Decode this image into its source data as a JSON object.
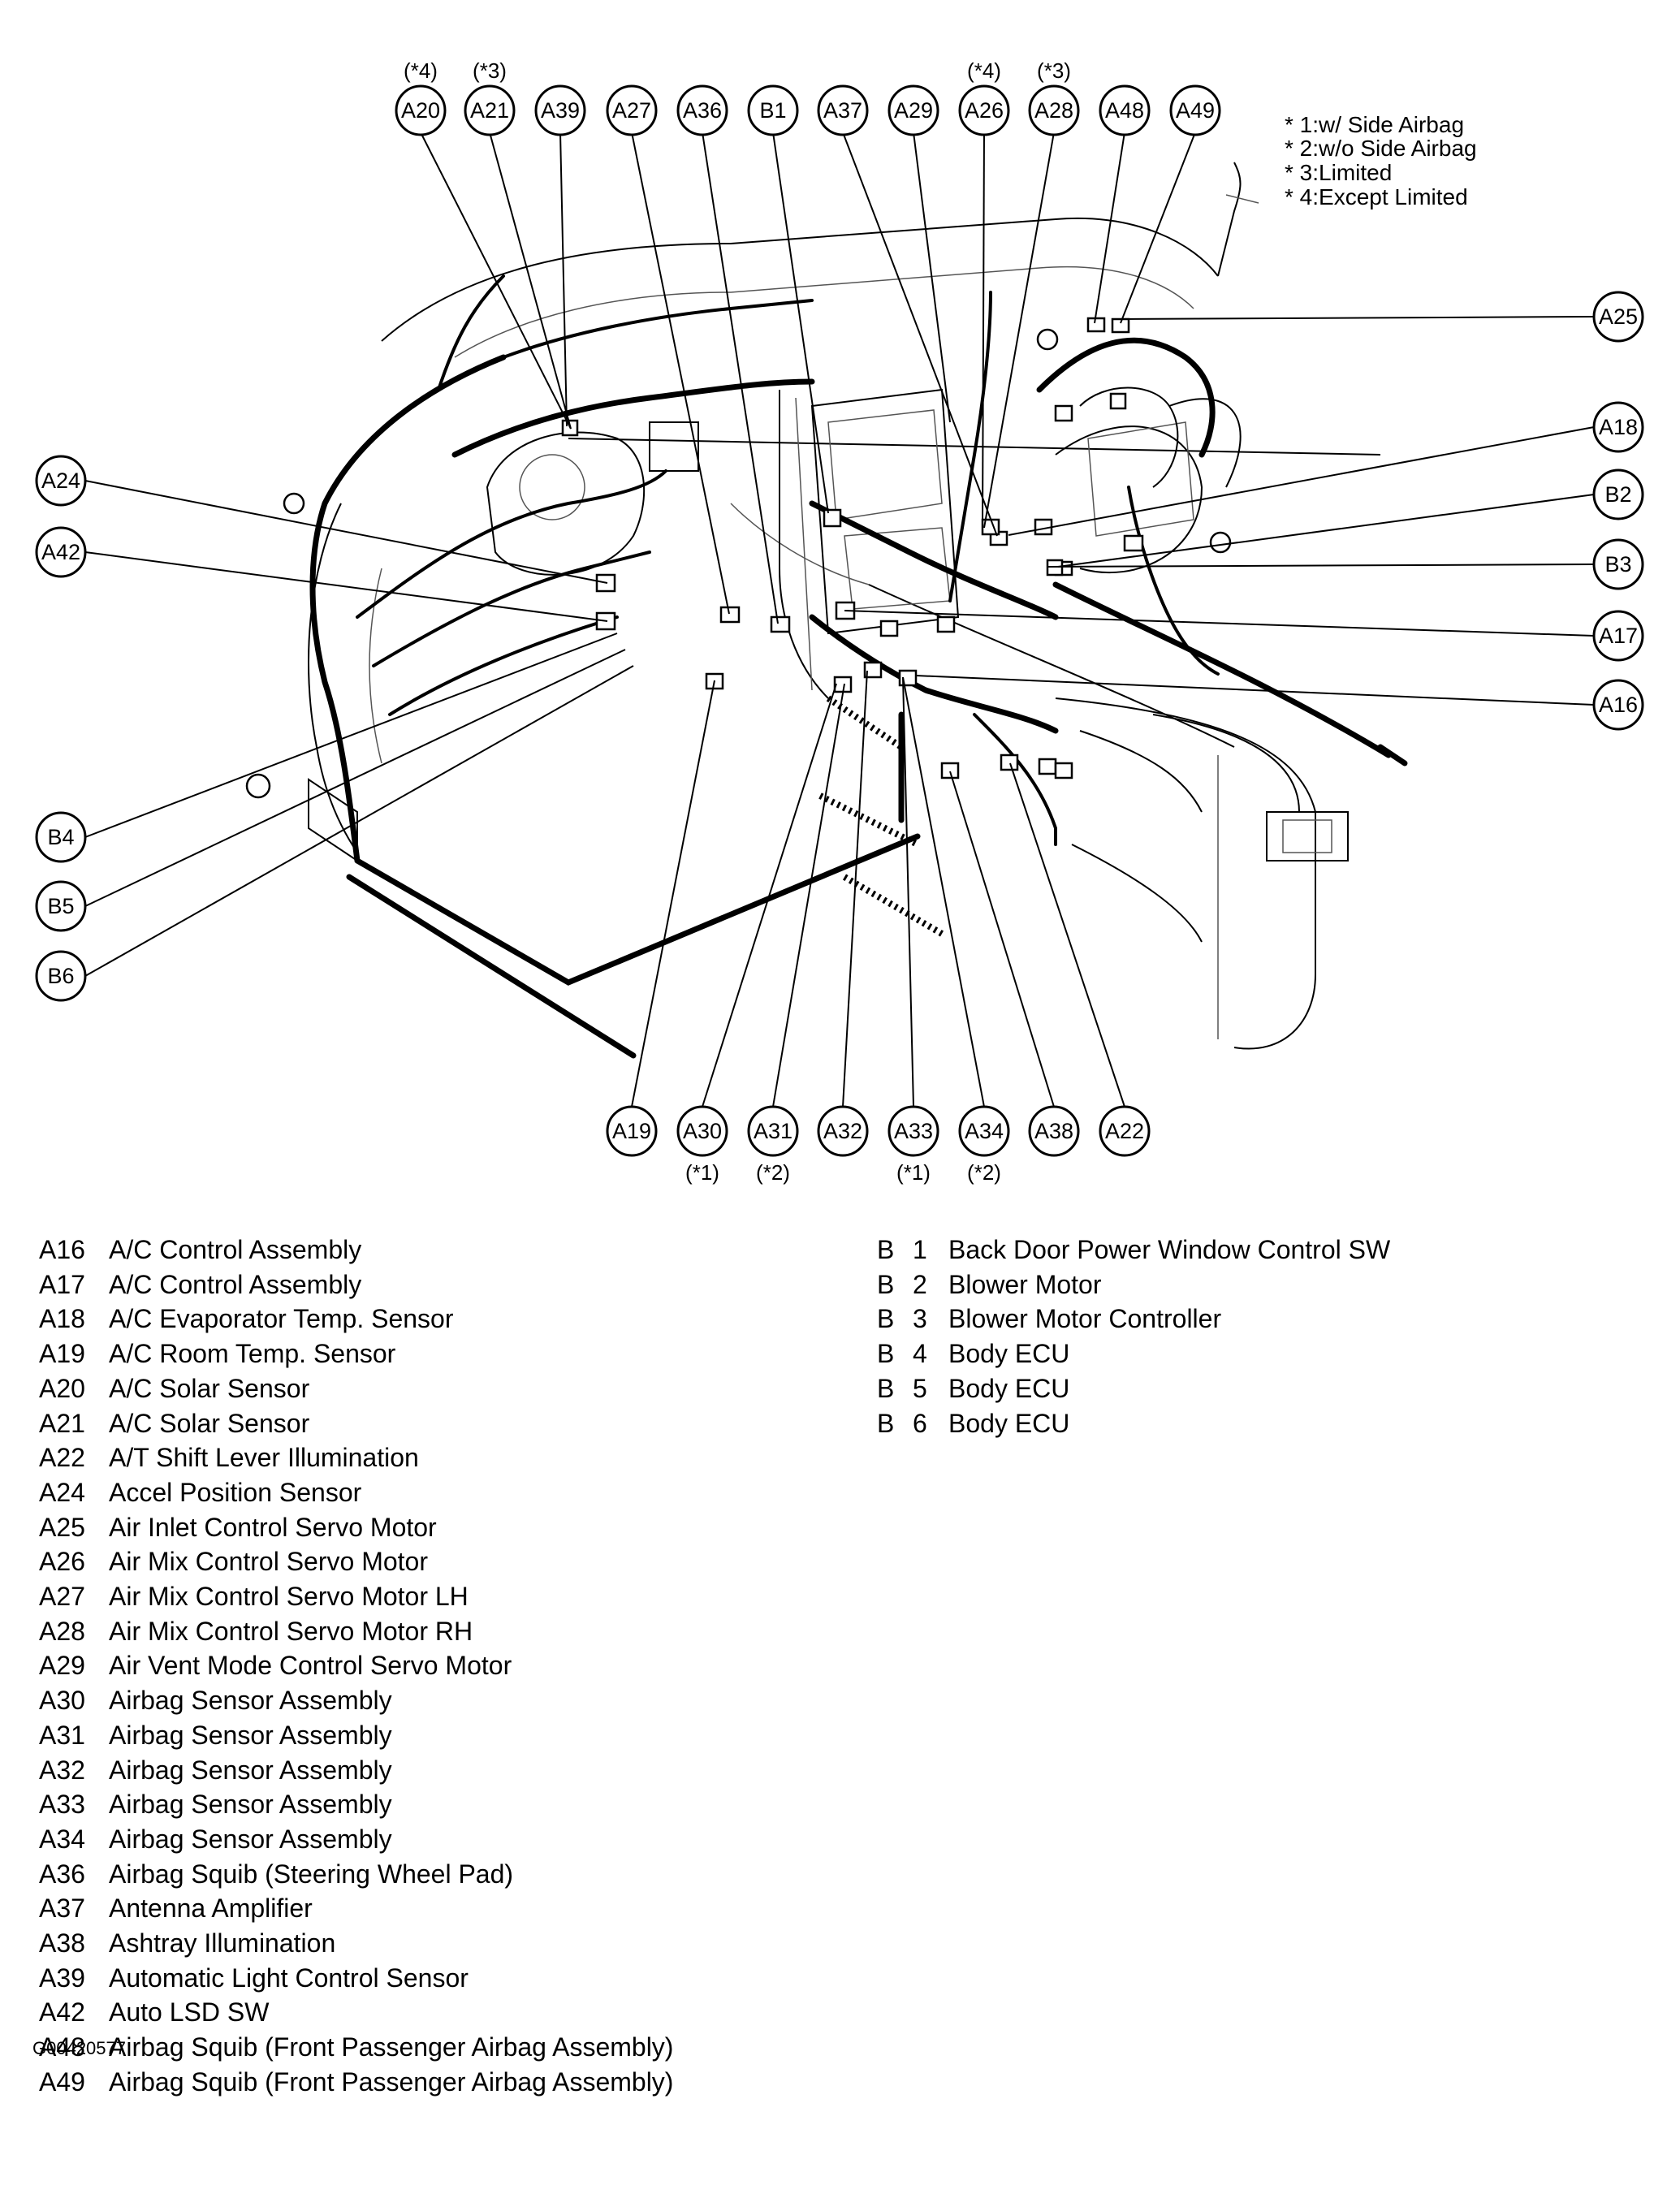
{
  "footnotes": [
    "* 1:w/ Side Airbag",
    "* 2:w/o Side Airbag",
    "* 3:Limited",
    "* 4:Except Limited"
  ],
  "top_bubbles": [
    {
      "code": "A20",
      "note": "(*4)"
    },
    {
      "code": "A21",
      "note": "(*3)"
    },
    {
      "code": "A39",
      "note": ""
    },
    {
      "code": "A27",
      "note": ""
    },
    {
      "code": "A36",
      "note": ""
    },
    {
      "code": "B1",
      "note": ""
    },
    {
      "code": "A37",
      "note": ""
    },
    {
      "code": "A29",
      "note": ""
    },
    {
      "code": "A26",
      "note": "(*4)"
    },
    {
      "code": "A28",
      "note": "(*3)"
    },
    {
      "code": "A48",
      "note": ""
    },
    {
      "code": "A49",
      "note": ""
    }
  ],
  "left_bubbles": [
    "A24",
    "A42",
    "B4",
    "B5",
    "B6"
  ],
  "right_bubbles": [
    "A25",
    "A18",
    "B2",
    "B3",
    "A17",
    "A16"
  ],
  "bottom_bubbles": [
    {
      "code": "A19",
      "note": ""
    },
    {
      "code": "A30",
      "note": "(*1)"
    },
    {
      "code": "A31",
      "note": "(*2)"
    },
    {
      "code": "A32",
      "note": ""
    },
    {
      "code": "A33",
      "note": "(*1)"
    },
    {
      "code": "A34",
      "note": "(*2)"
    },
    {
      "code": "A38",
      "note": ""
    },
    {
      "code": "A22",
      "note": ""
    }
  ],
  "legend_left": [
    {
      "code": "A16",
      "name": "A/C Control Assembly"
    },
    {
      "code": "A17",
      "name": "A/C Control Assembly"
    },
    {
      "code": "A18",
      "name": "A/C Evaporator Temp. Sensor"
    },
    {
      "code": "A19",
      "name": "A/C Room Temp. Sensor"
    },
    {
      "code": "A20",
      "name": "A/C Solar Sensor"
    },
    {
      "code": "A21",
      "name": "A/C Solar Sensor"
    },
    {
      "code": "A22",
      "name": "A/T Shift Lever Illumination"
    },
    {
      "code": "A24",
      "name": "Accel Position Sensor"
    },
    {
      "code": "A25",
      "name": "Air Inlet Control Servo Motor"
    },
    {
      "code": "A26",
      "name": "Air Mix Control Servo Motor"
    },
    {
      "code": "A27",
      "name": "Air Mix Control Servo Motor LH"
    },
    {
      "code": "A28",
      "name": "Air Mix Control Servo Motor RH"
    },
    {
      "code": "A29",
      "name": "Air Vent Mode Control Servo Motor"
    },
    {
      "code": "A30",
      "name": "Airbag Sensor Assembly"
    },
    {
      "code": "A31",
      "name": "Airbag Sensor Assembly"
    },
    {
      "code": "A32",
      "name": "Airbag Sensor Assembly"
    },
    {
      "code": "A33",
      "name": "Airbag Sensor Assembly"
    },
    {
      "code": "A34",
      "name": "Airbag Sensor Assembly"
    },
    {
      "code": "A36",
      "name": "Airbag Squib (Steering Wheel Pad)"
    },
    {
      "code": "A37",
      "name": "Antenna Amplifier"
    },
    {
      "code": "A38",
      "name": "Ashtray Illumination"
    },
    {
      "code": "A39",
      "name": "Automatic Light Control Sensor"
    },
    {
      "code": "A42",
      "name": "Auto LSD SW"
    },
    {
      "code": "A48",
      "name": "Airbag Squib (Front Passenger Airbag Assembly)"
    },
    {
      "code": "A49",
      "name": "Airbag Squib (Front Passenger Airbag Assembly)"
    }
  ],
  "legend_right": [
    {
      "letter": "B",
      "num": "1",
      "name": "Back Door Power Window Control SW"
    },
    {
      "letter": "B",
      "num": "2",
      "name": "Blower Motor"
    },
    {
      "letter": "B",
      "num": "3",
      "name": "Blower Motor Controller"
    },
    {
      "letter": "B",
      "num": "4",
      "name": "Body ECU"
    },
    {
      "letter": "B",
      "num": "5",
      "name": "Body ECU"
    },
    {
      "letter": "B",
      "num": "6",
      "name": "Body ECU"
    }
  ],
  "figure_id": "G00420577"
}
